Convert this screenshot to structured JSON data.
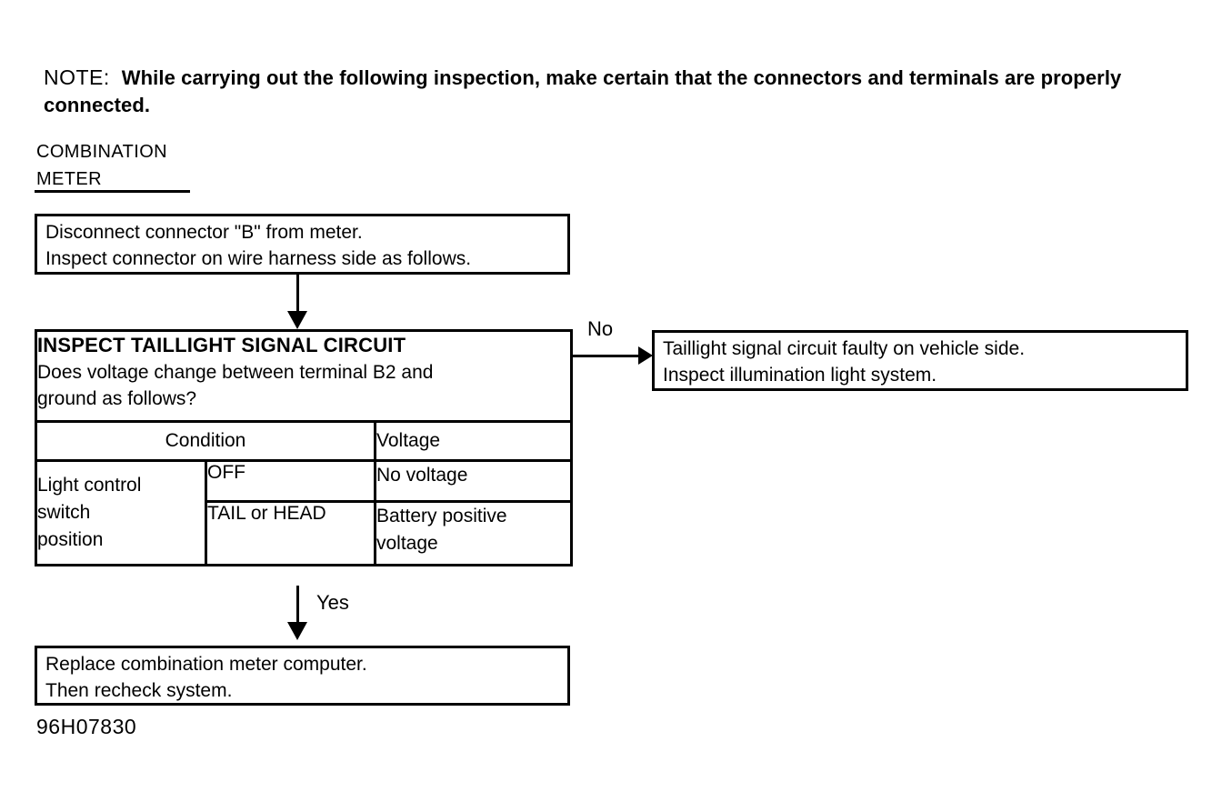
{
  "page": {
    "background_color": "#ffffff",
    "ink_color": "#000000"
  },
  "note": {
    "label": "NOTE:",
    "text": "While carrying out the following inspection, make certain that the connectors and terminals are properly\nconnected."
  },
  "section": {
    "label": "COMBINATION\nMETER"
  },
  "flowchart": {
    "box1": {
      "lines": [
        "Disconnect connector \"B\" from meter.",
        "Inspect connector on wire harness side as follows."
      ]
    },
    "inspect": {
      "title": "INSPECT TAILLIGHT SIGNAL CIRCUIT",
      "question": "Does voltage change between terminal B2 and\nground as follows?",
      "table": {
        "headers": [
          "Condition",
          "Voltage"
        ],
        "row_label": "Light control\nswitch\nposition",
        "rows": [
          {
            "condition": "OFF",
            "voltage": "No voltage"
          },
          {
            "condition": "TAIL or HEAD",
            "voltage": "Battery positive\nvoltage"
          }
        ]
      }
    },
    "no_branch": {
      "label": "No",
      "box": {
        "lines": [
          "Taillight signal circuit faulty on vehicle side.",
          "Inspect illumination light system."
        ]
      }
    },
    "yes_branch": {
      "label": "Yes",
      "box": {
        "lines": [
          "Replace combination meter computer.",
          "Then recheck system."
        ]
      }
    }
  },
  "figure_number": "96H07830"
}
